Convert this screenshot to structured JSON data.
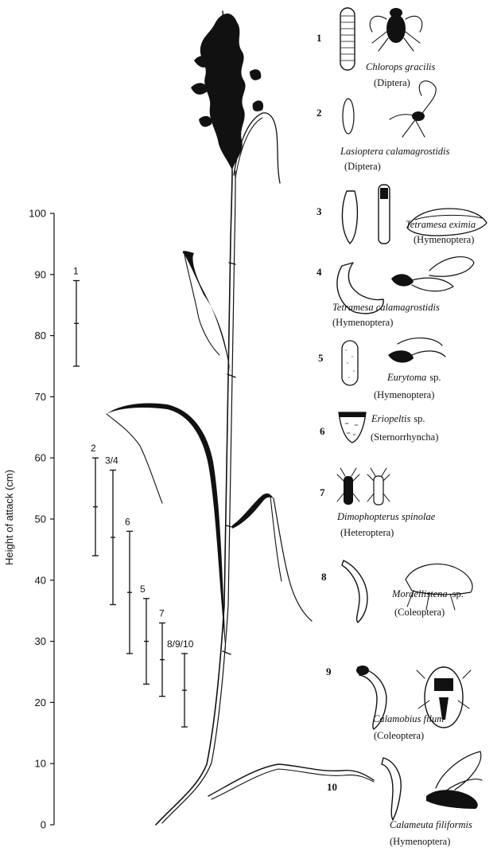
{
  "chart_data": {
    "type": "error-bar",
    "ylabel": "Height of attack (cm)",
    "ylim": [
      0,
      100
    ],
    "yticks": [
      0,
      10,
      20,
      30,
      40,
      50,
      60,
      70,
      80,
      90,
      100
    ],
    "groups": [
      {
        "label": "1",
        "mid": 82,
        "low": 75,
        "high": 89
      },
      {
        "label": "2",
        "mid": 52,
        "low": 44,
        "high": 60
      },
      {
        "label": "3/4",
        "mid": 47,
        "low": 36,
        "high": 58
      },
      {
        "label": "6",
        "mid": 38,
        "low": 28,
        "high": 48
      },
      {
        "label": "5",
        "mid": 30,
        "low": 23,
        "high": 37
      },
      {
        "label": "7",
        "mid": 27,
        "low": 21,
        "high": 33
      },
      {
        "label": "8/9/10",
        "mid": 22,
        "low": 16,
        "high": 28
      }
    ]
  },
  "species": [
    {
      "num": "1",
      "name": "Chlorops gracilis",
      "order": "(Diptera)"
    },
    {
      "num": "2",
      "name": "Lasioptera calamagrostidis",
      "order": "(Diptera)"
    },
    {
      "num": "3",
      "name": "Tetramesa eximia",
      "order": "(Hymenoptera)"
    },
    {
      "num": "4",
      "name": "Tetramesa calamagrostidis",
      "order": "(Hymenoptera)"
    },
    {
      "num": "5",
      "name": "Eurytoma",
      "name_suffix": "sp.",
      "order": "(Hymenoptera)"
    },
    {
      "num": "6",
      "name": "Eriopeltis",
      "name_suffix": "sp.",
      "order": "(Sternorrhyncha)"
    },
    {
      "num": "7",
      "name": "Dimophopterus spinolae",
      "order": "(Heteroptera)"
    },
    {
      "num": "8",
      "name": "Mordellistena",
      "name_suffix": "sp.",
      "order": "(Coleoptera)"
    },
    {
      "num": "9",
      "name": "Calamobius filum",
      "order": "(Coleoptera)"
    },
    {
      "num": "10",
      "name": "Calameuta filiformis",
      "order": "(Hymenoptera)"
    }
  ]
}
